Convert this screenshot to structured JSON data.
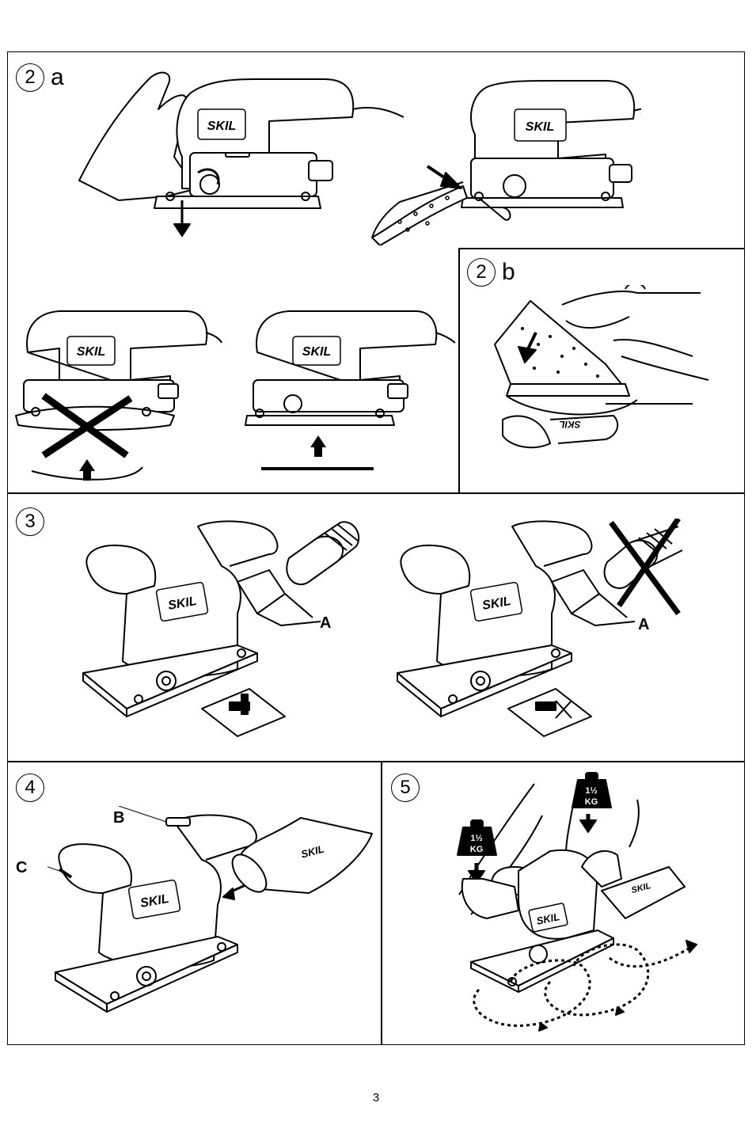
{
  "steps": {
    "s2a": {
      "number": "2",
      "suffix": "a"
    },
    "s2b": {
      "number": "2",
      "suffix": "b"
    },
    "s3": {
      "number": "3"
    },
    "s4": {
      "number": "4"
    },
    "s5": {
      "number": "5"
    }
  },
  "brand": "SKIL",
  "brand_mirrored": "SKIL",
  "callouts": {
    "a1": "A",
    "a2": "A",
    "b": "B",
    "c": "C"
  },
  "weight": {
    "fraction": "1½",
    "unit": "KG"
  },
  "page_number": "3"
}
